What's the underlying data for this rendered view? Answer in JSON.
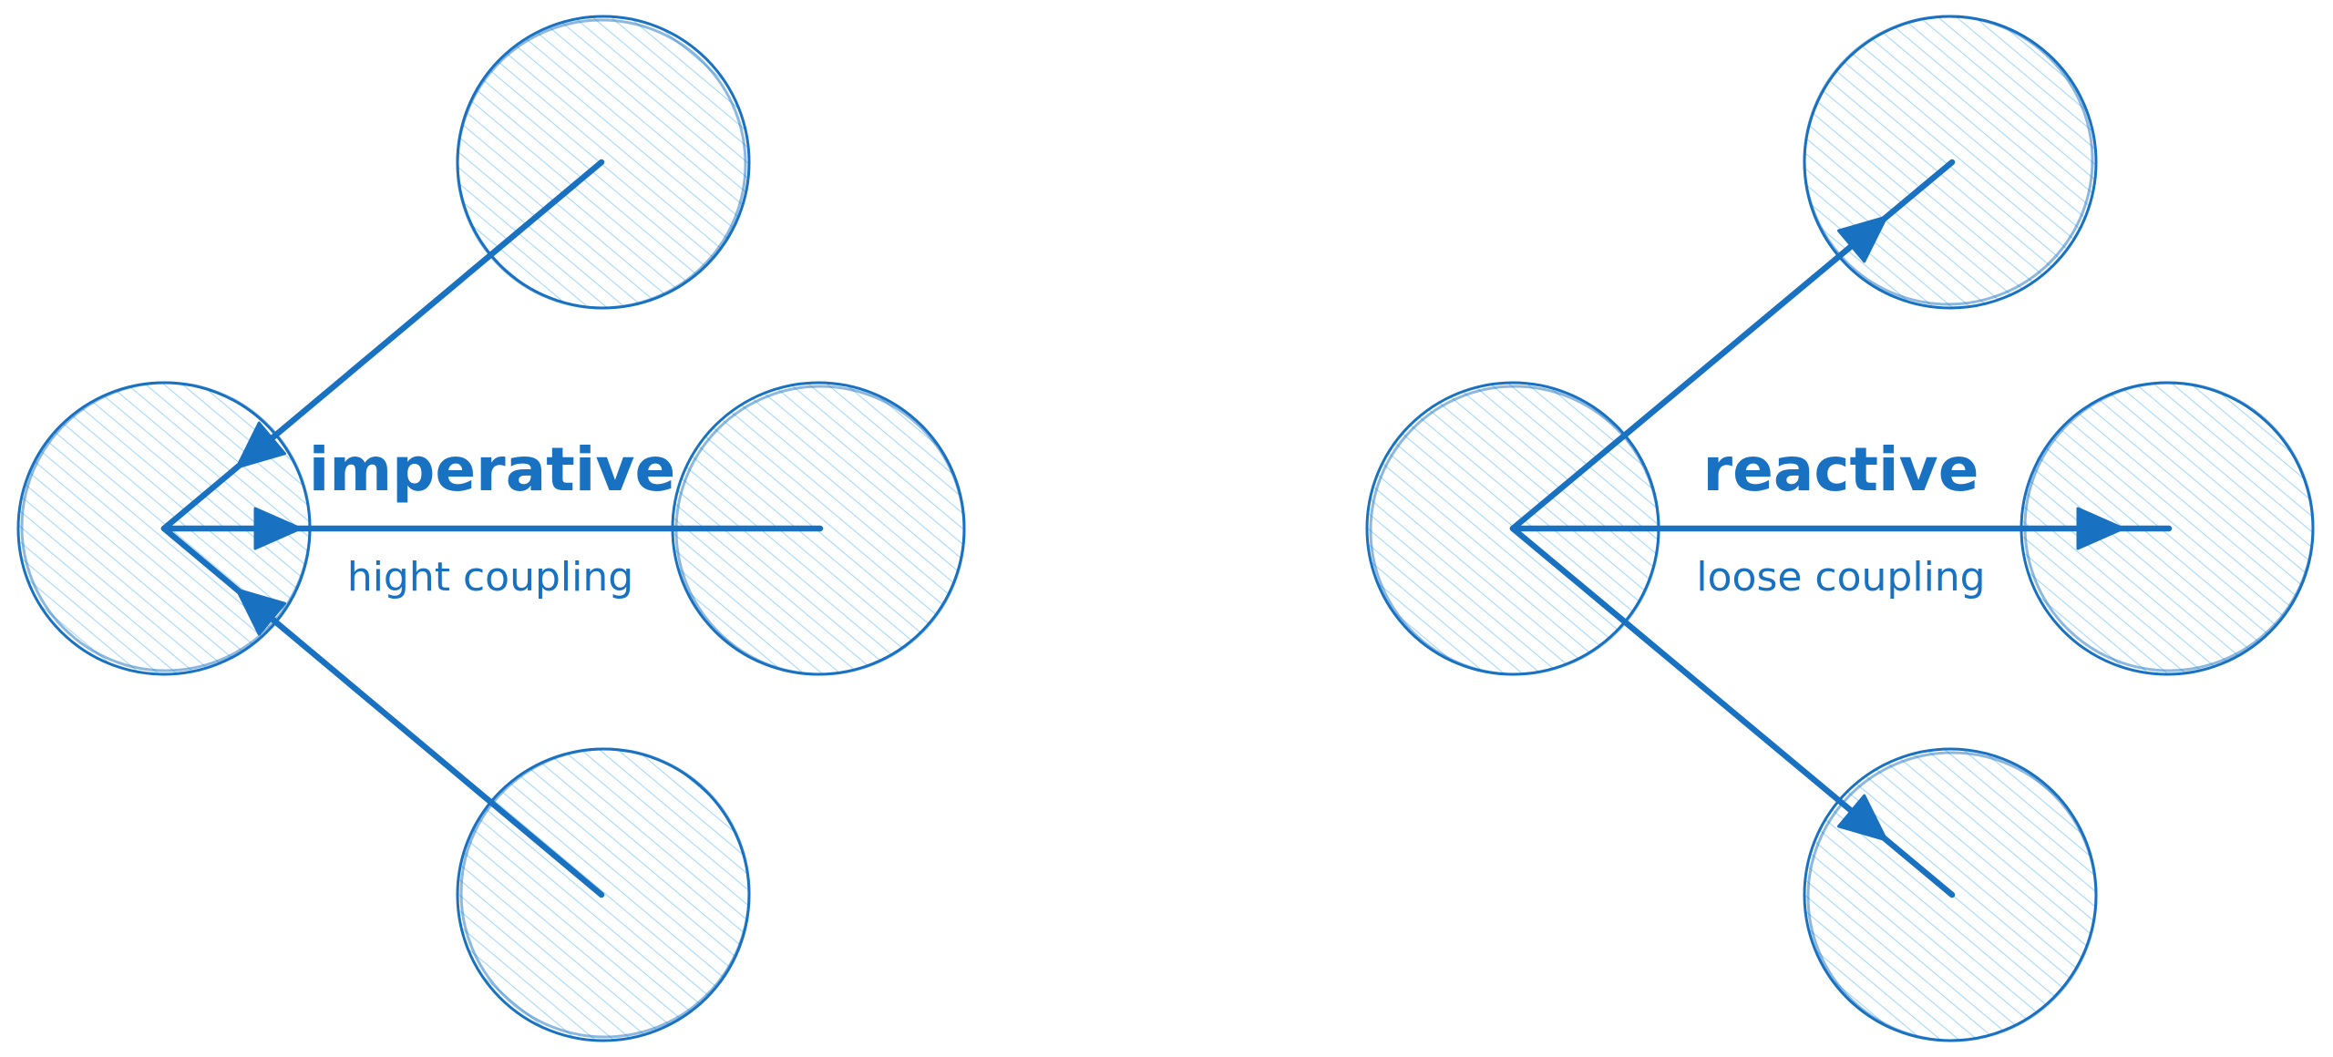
{
  "colors": {
    "stroke": "#1971c2",
    "hatch": "#a5d8ff"
  },
  "panels": [
    {
      "id": "imperative",
      "title": "imperative",
      "subtitle": "hight coupling",
      "arrow_direction": "toward-source"
    },
    {
      "id": "reactive",
      "title": "reactive",
      "subtitle": "loose coupling",
      "arrow_direction": "toward-targets"
    }
  ]
}
